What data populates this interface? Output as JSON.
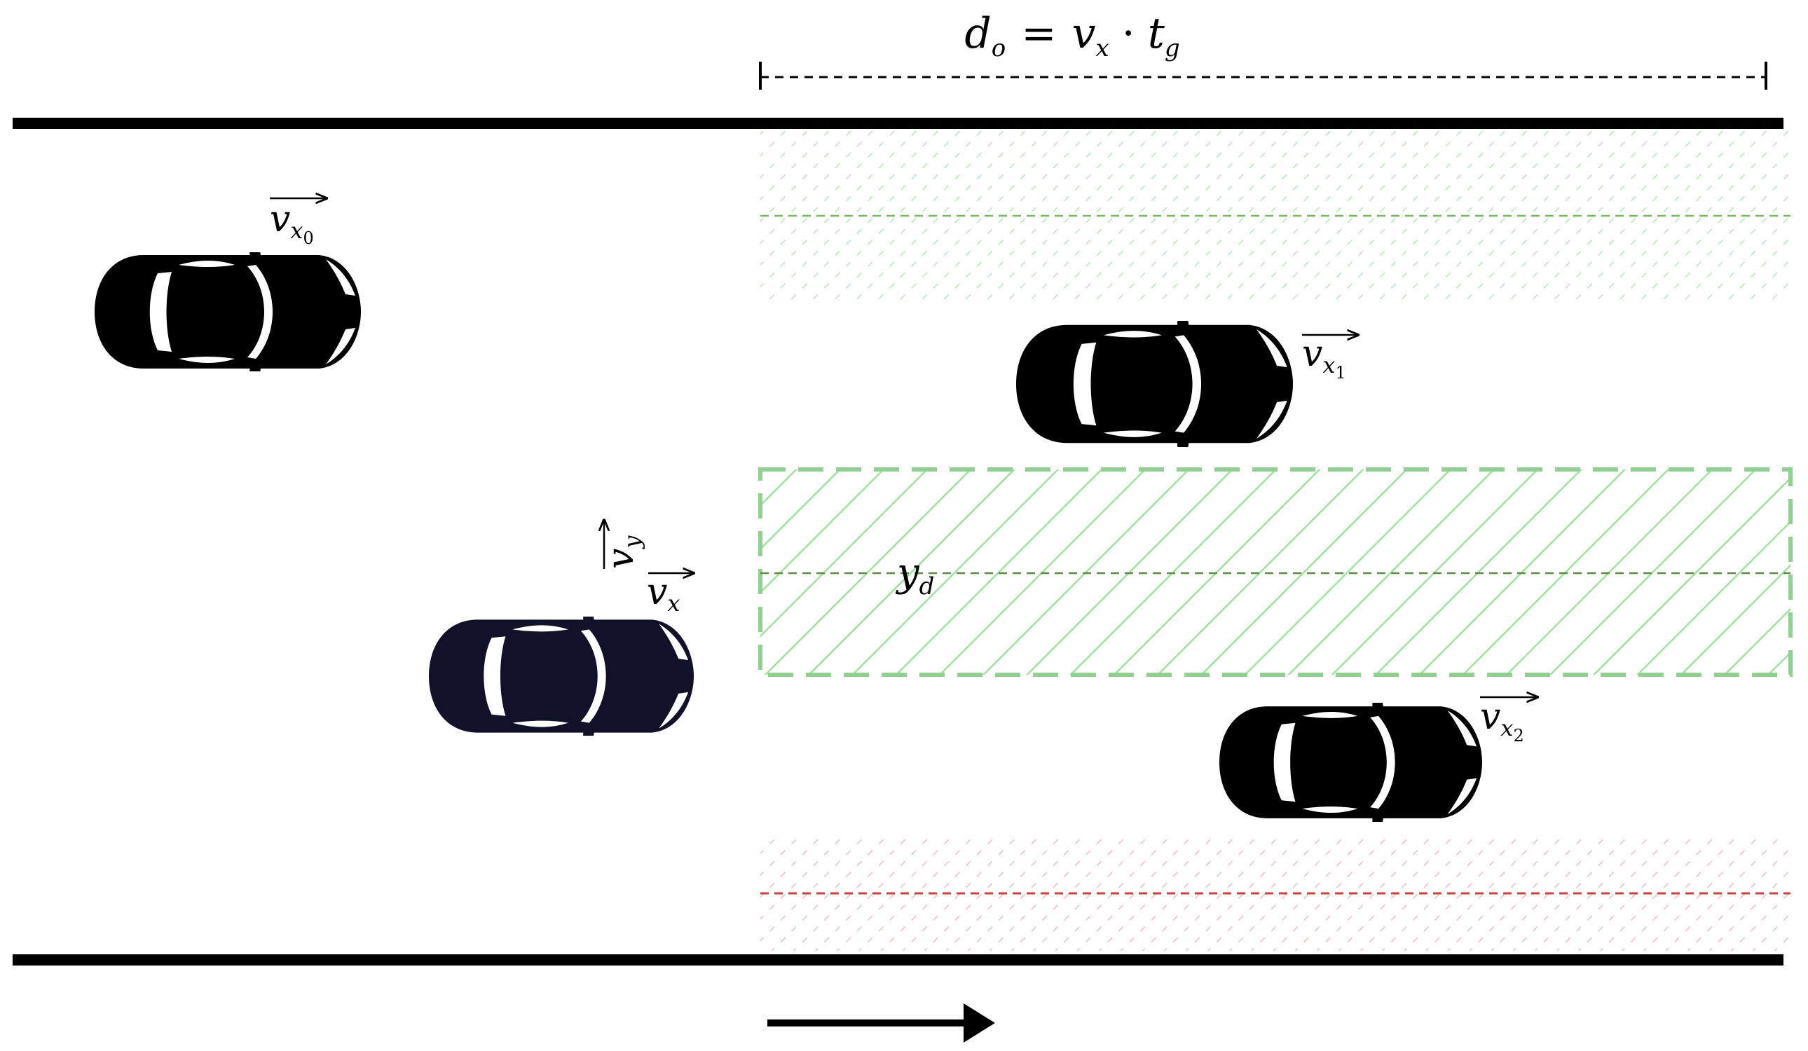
{
  "title_formula": {
    "lhs": "d",
    "lhs_sub": "o",
    "equals": "=",
    "vx": "v",
    "vx_sub": "x",
    "dot": "·",
    "tg": "t",
    "tg_sub": "g"
  },
  "labels": {
    "ego_vx": {
      "base": "v",
      "sub": "x"
    },
    "ego_vy": {
      "base": "v",
      "sub": "y"
    },
    "car0_v": {
      "base": "v",
      "sub": "x",
      "subsub": "0"
    },
    "car1_v": {
      "base": "v",
      "sub": "x",
      "subsub": "1"
    },
    "car2_v": {
      "base": "v",
      "sub": "x",
      "subsub": "2"
    },
    "target_lane": {
      "base": "y",
      "sub": "d"
    }
  },
  "colors": {
    "road_edge": "#000000",
    "car_other": "#000000",
    "car_ego": "#11112a",
    "zone_green": "#9ee39e",
    "zone_green_line": "#77b85c",
    "zone_target_border": "#8fd18f",
    "zone_red": "#f4a7a7",
    "zone_red_line": "#d83a3a"
  },
  "icons": {
    "direction": "arrow-right-icon",
    "cars": "car-top-view-icon"
  }
}
